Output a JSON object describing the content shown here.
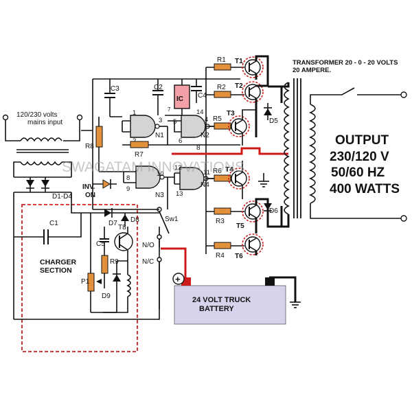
{
  "labels": {
    "mains_input": [
      "120/230 volts",
      "mains input"
    ],
    "transformer": [
      "TRANSFORMER 20 - 0 - 20 VOLTS",
      "20 AMPERE."
    ],
    "output": [
      "OUTPUT",
      "230/120 V",
      "50/60 HZ",
      "400 WATTS"
    ],
    "watermark": "SWAGATAM INNOVATIONS",
    "charger": [
      "CHARGER",
      "SECTION"
    ],
    "battery": [
      "24 VOLT TRUCK",
      "BATTERY"
    ],
    "inv_on": [
      "INV.",
      "ON"
    ],
    "no": "N/O",
    "nc": "N/C",
    "sw1": "Sw1",
    "plus": "+",
    "ic": "IC"
  },
  "components": {
    "d1d4": "D1-D4",
    "c1": "C1",
    "c2": "C2",
    "c3": "C3",
    "c4": "C4",
    "c5": "C5",
    "r1": "R1",
    "r2": "R2",
    "r3": "R3",
    "r4": "R4",
    "r5": "R5",
    "r6": "R6",
    "r7": "R7",
    "r8": "R8",
    "r9": "R9",
    "p1": "P1",
    "d5": "D5",
    "d6": "D6",
    "d7": "D7",
    "d8": "D8",
    "d9": "D9",
    "t1": "T1",
    "t2": "T2",
    "t3": "T3",
    "t4": "T4",
    "t5": "T5",
    "t6": "T6",
    "t8": "T8",
    "n1": "N1",
    "n2": "N2",
    "n3": "N3",
    "n4": "N4"
  },
  "pins": {
    "p1": "1",
    "p2": "2",
    "p3": "3",
    "p4": "4",
    "p5": "5",
    "p6": "6",
    "p8": "8",
    "p9": "9",
    "p10": "10",
    "p11": "11",
    "p12": "12",
    "p13": "13",
    "p14": "14",
    "p7": "7",
    "net8": "8"
  },
  "colors": {
    "wire": "#111111",
    "red_wire": "#cc1a1a",
    "resistor": "#e3903a",
    "gate": "#d4d4d4",
    "ic": "#f4a0a8",
    "battery": "#d8d2ec",
    "charger_box": "#cc2222"
  }
}
